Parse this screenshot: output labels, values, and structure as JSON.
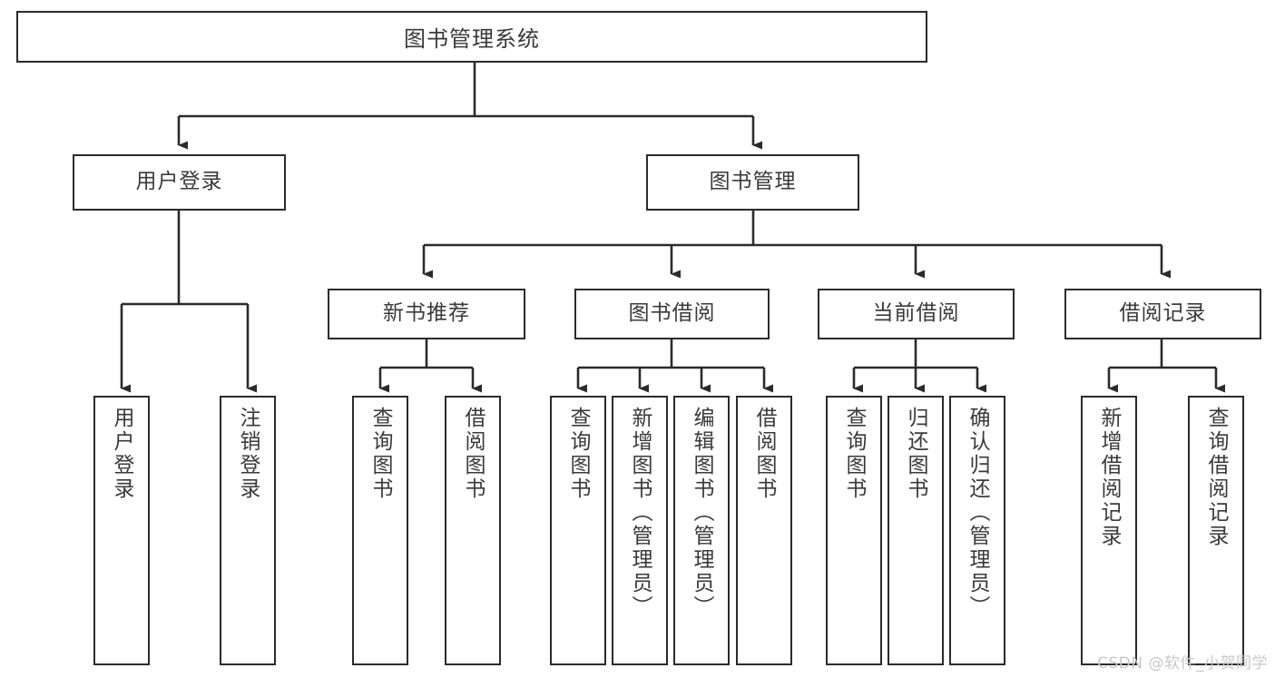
{
  "diagram": {
    "title": "图书管理系统",
    "root": {
      "label": "图书管理系统"
    },
    "level2": [
      {
        "label": "用户登录"
      },
      {
        "label": "图书管理"
      }
    ],
    "level3": [
      {
        "label": "新书推荐"
      },
      {
        "label": "图书借阅"
      },
      {
        "label": "当前借阅"
      },
      {
        "label": "借阅记录"
      }
    ],
    "leaves": {
      "user_login": [
        {
          "label": "用户登录"
        },
        {
          "label": "注销登录"
        }
      ],
      "new_book_recommend": [
        {
          "label": "查询图书"
        },
        {
          "label": "借阅图书"
        }
      ],
      "book_borrow": [
        {
          "label": "查询图书"
        },
        {
          "label": "新增图书（管理员）"
        },
        {
          "label": "编辑图书（管理员）"
        },
        {
          "label": "借阅图书"
        }
      ],
      "current_borrow": [
        {
          "label": "查询图书"
        },
        {
          "label": "归还图书"
        },
        {
          "label": "确认归还（管理员）"
        }
      ],
      "borrow_record": [
        {
          "label": "新增借阅记录"
        },
        {
          "label": "查询借阅记录"
        }
      ]
    }
  },
  "watermark": {
    "text": "CSDN @软件_小贺同学"
  },
  "colors": {
    "border": "#2b2b2b",
    "text": "#3a3a3a",
    "background": "#ffffff",
    "watermark": "#c8c8c8"
  }
}
